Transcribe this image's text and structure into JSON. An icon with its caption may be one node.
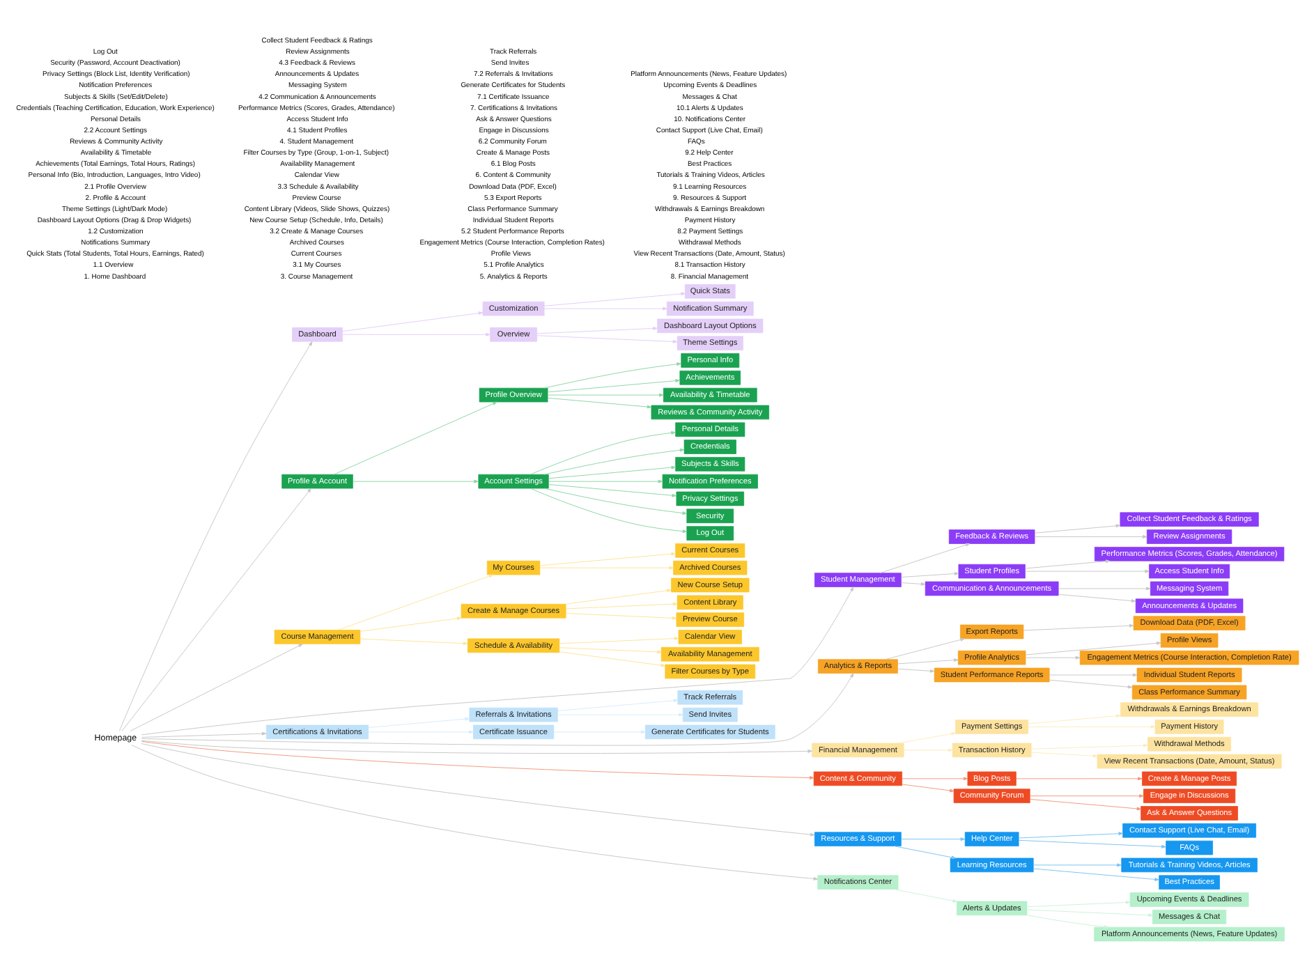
{
  "diagram": {
    "nodes": [
      {
        "text": [
          "Homepage"
        ]
      },
      {
        "text": [
          "Dashboard"
        ]
      },
      {
        "text": [
          "Customization"
        ]
      },
      {
        "text": [
          "Quick Stats"
        ]
      },
      {
        "text": [
          "Notification Summary"
        ]
      },
      {
        "text": [
          "Overview"
        ]
      },
      {
        "text": [
          "Dashboard Layout Options"
        ]
      },
      {
        "text": [
          "Theme Settings"
        ]
      },
      {
        "text": [
          "Profile & Account"
        ]
      },
      {
        "text": [
          "Profile Overview"
        ]
      },
      {
        "text": [
          "Personal Info"
        ]
      },
      {
        "text": [
          "Achievements"
        ]
      },
      {
        "text": [
          "Availability & Timetable"
        ]
      },
      {
        "text": [
          "Reviews & Community Activity"
        ]
      },
      {
        "text": [
          "Account Settings"
        ]
      },
      {
        "text": [
          "Personal Details"
        ]
      },
      {
        "text": [
          "Credentials"
        ]
      },
      {
        "text": [
          "Subjects & Skills"
        ]
      },
      {
        "text": [
          "Notification Preferences"
        ]
      },
      {
        "text": [
          "Privacy Settings"
        ]
      },
      {
        "text": [
          "Security"
        ]
      },
      {
        "text": [
          "Log Out"
        ]
      },
      {
        "text": [
          "Course Management"
        ]
      },
      {
        "text": [
          "My Courses"
        ]
      },
      {
        "text": [
          "Current Courses"
        ]
      },
      {
        "text": [
          "Archived Courses"
        ]
      },
      {
        "text": [
          "Create & Manage Courses"
        ]
      },
      {
        "text": [
          "New Course Setup"
        ]
      },
      {
        "text": [
          "Content Library"
        ]
      },
      {
        "text": [
          "Preview Course"
        ]
      },
      {
        "text": [
          "Schedule & Availability"
        ]
      },
      {
        "text": [
          "Calendar View"
        ]
      },
      {
        "text": [
          "Availability Management"
        ]
      },
      {
        "text": [
          "Filter Courses by Type"
        ]
      },
      {
        "text": [
          "Student Management"
        ]
      },
      {
        "text": [
          "Feedback & Reviews"
        ]
      },
      {
        "text": [
          "Collect Student Feedback & Ratings"
        ]
      },
      {
        "text": [
          "Review Assignments"
        ]
      },
      {
        "text": [
          "Student Profiles"
        ]
      },
      {
        "text": [
          "Performance Metrics (Scores, Grades, Attendance)"
        ]
      },
      {
        "text": [
          "Access Student Info"
        ]
      },
      {
        "text": [
          "Communication & Announcements"
        ]
      },
      {
        "text": [
          "Messaging System"
        ]
      },
      {
        "text": [
          "Announcements & Updates"
        ]
      },
      {
        "text": [
          "Certifications & Invitations"
        ]
      },
      {
        "text": [
          "Referrals & Invitations"
        ]
      },
      {
        "text": [
          "Track Referrals"
        ]
      },
      {
        "text": [
          "Send Invites"
        ]
      },
      {
        "text": [
          "Certificate Issuance"
        ]
      },
      {
        "text": [
          "Generate Certificates for Students"
        ]
      },
      {
        "text": [
          "Analytics & Reports"
        ]
      },
      {
        "text": [
          "Export Reports"
        ]
      },
      {
        "text": [
          "Download Data (PDF, Excel)"
        ]
      },
      {
        "text": [
          "Profile Analytics"
        ]
      },
      {
        "text": [
          "Profile Views"
        ]
      },
      {
        "text": [
          "Engagement Metrics (Course Interaction, Completion Rate)"
        ]
      },
      {
        "text": [
          "Student Performance Reports"
        ]
      },
      {
        "text": [
          "Individual Student Reports"
        ]
      },
      {
        "text": [
          "Class Performance Summary"
        ]
      },
      {
        "text": [
          "Financial Management"
        ]
      },
      {
        "text": [
          "Payment Settings"
        ]
      },
      {
        "text": [
          "Withdrawals & Earnings Breakdown"
        ]
      },
      {
        "text": [
          "Payment History"
        ]
      },
      {
        "text": [
          "Transaction History"
        ]
      },
      {
        "text": [
          "Withdrawal Methods"
        ]
      },
      {
        "text": [
          "View Recent Transactions (Date, Amount, Status)"
        ]
      },
      {
        "text": [
          "Content & Community"
        ]
      },
      {
        "text": [
          "Blog Posts"
        ]
      },
      {
        "text": [
          "Create & Manage Posts"
        ]
      },
      {
        "text": [
          "Community Forum"
        ]
      },
      {
        "text": [
          "Engage in Discussions"
        ]
      },
      {
        "text": [
          "Ask & Answer Questions"
        ]
      },
      {
        "text": [
          "Resources & Support"
        ]
      },
      {
        "text": [
          "Help Center"
        ]
      },
      {
        "text": [
          "Contact Support (Live Chat, Email)"
        ]
      },
      {
        "text": [
          "FAQs"
        ]
      },
      {
        "text": [
          "Learning Resources"
        ]
      },
      {
        "text": [
          "Tutorials & Training Videos, Articles"
        ]
      },
      {
        "text": [
          "Best Practices"
        ]
      },
      {
        "text": [
          "Notifications Center"
        ]
      },
      {
        "text": [
          "Alerts & Updates"
        ]
      },
      {
        "text": [
          "Upcoming Events & Deadlines"
        ]
      },
      {
        "text": [
          "Messages & Chat"
        ]
      },
      {
        "text": [
          "Platform Announcements (News, Feature Updates)"
        ]
      }
    ],
    "edges": [
      {
        "from": 0,
        "to": 1,
        "arrow": "to"
      },
      {
        "from": 1,
        "to": 2,
        "arrow": "to",
        "color": "#e3cff8"
      },
      {
        "from": 2,
        "to": 3,
        "arrow": "to",
        "color": "#e3cff8"
      },
      {
        "from": 2,
        "to": 4,
        "arrow": "to",
        "color": "#e3cff8"
      },
      {
        "from": 1,
        "to": 5,
        "arrow": "to",
        "color": "#e3cff8"
      },
      {
        "from": 5,
        "to": 6,
        "arrow": "to",
        "color": "#e3cff8"
      },
      {
        "from": 5,
        "to": 7,
        "arrow": "to",
        "color": "#e3cff8"
      },
      {
        "from": 0,
        "to": 8,
        "arrow": "to"
      },
      {
        "from": 8,
        "to": 9,
        "arrow": "to",
        "color": "#8fd6a8"
      },
      {
        "from": 9,
        "to": 10,
        "arrow": "to",
        "color": "#8fd6a8"
      },
      {
        "from": 9,
        "to": 11,
        "arrow": "to",
        "color": "#8fd6a8"
      },
      {
        "from": 9,
        "to": 12,
        "arrow": "to",
        "color": "#8fd6a8"
      },
      {
        "from": 9,
        "to": 13,
        "arrow": "to",
        "color": "#8fd6a8"
      },
      {
        "from": 8,
        "to": 14,
        "arrow": "to",
        "color": "#8fd6a8"
      },
      {
        "from": 14,
        "to": 15,
        "arrow": "to",
        "color": "#8fd6a8"
      },
      {
        "from": 14,
        "to": 16,
        "arrow": "to",
        "color": "#8fd6a8"
      },
      {
        "from": 14,
        "to": 17,
        "arrow": "to",
        "color": "#8fd6a8"
      },
      {
        "from": 14,
        "to": 18,
        "arrow": "to",
        "color": "#8fd6a8"
      },
      {
        "from": 14,
        "to": 19,
        "arrow": "to",
        "color": "#8fd6a8"
      },
      {
        "from": 14,
        "to": 20,
        "arrow": "to",
        "color": "#8fd6a8"
      },
      {
        "from": 14,
        "to": 21,
        "arrow": "to",
        "color": "#8fd6a8"
      },
      {
        "from": 0,
        "to": 22,
        "arrow": "to"
      },
      {
        "from": 22,
        "to": 23,
        "arrow": "to",
        "color": "#fde49a"
      },
      {
        "from": 23,
        "to": 24,
        "arrow": "to",
        "color": "#fde49a"
      },
      {
        "from": 23,
        "to": 25,
        "arrow": "to",
        "color": "#fde49a"
      },
      {
        "from": 22,
        "to": 26,
        "arrow": "to",
        "color": "#fde49a"
      },
      {
        "from": 26,
        "to": 27,
        "arrow": "to",
        "color": "#fde49a"
      },
      {
        "from": 26,
        "to": 28,
        "arrow": "to",
        "color": "#fde49a"
      },
      {
        "from": 26,
        "to": 29,
        "arrow": "to",
        "color": "#fde49a"
      },
      {
        "from": 22,
        "to": 30,
        "arrow": "to",
        "color": "#fde49a"
      },
      {
        "from": 30,
        "to": 31,
        "arrow": "to",
        "color": "#fde49a"
      },
      {
        "from": 30,
        "to": 32,
        "arrow": "to",
        "color": "#fde49a"
      },
      {
        "from": 30,
        "to": 33,
        "arrow": "to",
        "color": "#fde49a"
      },
      {
        "from": 0,
        "to": 34,
        "arrow": "to"
      },
      {
        "from": 34,
        "to": 35,
        "arrow": "to"
      },
      {
        "from": 35,
        "to": 36,
        "arrow": "to"
      },
      {
        "from": 35,
        "to": 37,
        "arrow": "to"
      },
      {
        "from": 34,
        "to": 38,
        "arrow": "to"
      },
      {
        "from": 38,
        "to": 39,
        "arrow": "to"
      },
      {
        "from": 38,
        "to": 40,
        "arrow": "to"
      },
      {
        "from": 34,
        "to": 41,
        "arrow": "to"
      },
      {
        "from": 41,
        "to": 42,
        "arrow": "to"
      },
      {
        "from": 41,
        "to": 43,
        "arrow": "to"
      },
      {
        "from": 0,
        "to": 44,
        "arrow": "to"
      },
      {
        "from": 44,
        "to": 45,
        "arrow": "to",
        "color": "#d6ecfb"
      },
      {
        "from": 45,
        "to": 46,
        "arrow": "to",
        "color": "#d6ecfb"
      },
      {
        "from": 45,
        "to": 47,
        "arrow": "to",
        "color": "#d6ecfb"
      },
      {
        "from": 44,
        "to": 48,
        "arrow": "to",
        "color": "#d6ecfb"
      },
      {
        "from": 48,
        "to": 49,
        "arrow": "to",
        "color": "#d6ecfb"
      },
      {
        "from": 0,
        "to": 50,
        "arrow": "to"
      },
      {
        "from": 50,
        "to": 51,
        "arrow": "to"
      },
      {
        "from": 51,
        "to": 52,
        "arrow": "to"
      },
      {
        "from": 50,
        "to": 53,
        "arrow": "to"
      },
      {
        "from": 53,
        "to": 54,
        "arrow": "to"
      },
      {
        "from": 53,
        "to": 55,
        "arrow": "to"
      },
      {
        "from": 50,
        "to": 56,
        "arrow": "to"
      },
      {
        "from": 56,
        "to": 57,
        "arrow": "to"
      },
      {
        "from": 56,
        "to": 58,
        "arrow": "to"
      },
      {
        "from": 0,
        "to": 59,
        "arrow": "to"
      },
      {
        "from": 59,
        "to": 60,
        "arrow": "to",
        "color": "#fdecc0"
      },
      {
        "from": 60,
        "to": 61,
        "arrow": "to",
        "color": "#fdecc0"
      },
      {
        "from": 60,
        "to": 62,
        "arrow": "to",
        "color": "#fdecc0"
      },
      {
        "from": 59,
        "to": 63,
        "arrow": "to",
        "color": "#fdecc0"
      },
      {
        "from": 63,
        "to": 64,
        "arrow": "to",
        "color": "#fdecc0"
      },
      {
        "from": 63,
        "to": 65,
        "arrow": "to",
        "color": "#fdecc0"
      },
      {
        "from": 0,
        "to": 66,
        "arrow": "to",
        "color": "#f29a80"
      },
      {
        "from": 66,
        "to": 67,
        "arrow": "to",
        "color": "#f29a80"
      },
      {
        "from": 67,
        "to": 68,
        "arrow": "to",
        "color": "#f29a80"
      },
      {
        "from": 66,
        "to": 69,
        "arrow": "to",
        "color": "#f29a80"
      },
      {
        "from": 69,
        "to": 70,
        "arrow": "to",
        "color": "#f29a80"
      },
      {
        "from": 69,
        "to": 71,
        "arrow": "to",
        "color": "#f29a80"
      },
      {
        "from": 0,
        "to": 72,
        "arrow": "to"
      },
      {
        "from": 72,
        "to": 73,
        "arrow": "to",
        "color": "#7cc4f5"
      },
      {
        "from": 73,
        "to": 74,
        "arrow": "to",
        "color": "#7cc4f5"
      },
      {
        "from": 73,
        "to": 75,
        "arrow": "to",
        "color": "#7cc4f5"
      },
      {
        "from": 72,
        "to": 76,
        "arrow": "to",
        "color": "#7cc4f5"
      },
      {
        "from": 76,
        "to": 77,
        "arrow": "to",
        "color": "#7cc4f5"
      },
      {
        "from": 76,
        "to": 78,
        "arrow": "to",
        "color": "#7cc4f5"
      },
      {
        "from": 0,
        "to": 79,
        "arrow": "to"
      },
      {
        "from": 79,
        "to": 80,
        "arrow": "to",
        "color": "#cdf3da"
      },
      {
        "from": 80,
        "to": 81,
        "arrow": "to",
        "color": "#cdf3da"
      },
      {
        "from": 80,
        "to": 82,
        "arrow": "to",
        "color": "#cdf3da"
      },
      {
        "from": 80,
        "to": 83,
        "arrow": "to",
        "color": "#cdf3da"
      }
    ],
    "labels": [
      "1. Home Dashboard",
      "1.1 Overview",
      "Quick Stats (Total Students, Total Hours, Earnings, Rated)",
      "Notifications Summary",
      "1.2 Customization",
      "Dashboard Layout Options (Drag & Drop Widgets)",
      "Theme Settings (Light/Dark Mode)",
      "2. Profile & Account",
      "2.1 Profile Overview",
      "Personal Info (Bio, Introduction, Languages, Intro Video)",
      "Achievements (Total Earnings, Total Hours, Ratings)",
      "Availability & Timetable",
      "Reviews & Community Activity",
      "2.2 Account Settings",
      "Personal Details",
      "Credentials (Teaching Certification, Education, Work Experience)",
      "Subjects & Skills (Set/Edit/Delete)",
      "Notification Preferences",
      "Privacy Settings (Block List, Identity Verification)",
      "Security (Password, Account Deactivation)",
      "Log Out",
      "3. Course Management",
      "3.1 My Courses",
      "Current Courses",
      "Archived Courses",
      "3.2 Create & Manage Courses",
      "New Course Setup (Schedule, Info, Details)",
      "Content Library (Videos, Slide Shows, Quizzes)",
      "Preview Course",
      "3.3 Schedule & Availability",
      "Calendar View",
      "Availability Management",
      "Filter Courses by Type (Group, 1-on-1, Subject)",
      "4. Student Management",
      "4.1 Student Profiles",
      "Access Student Info",
      "Performance Metrics (Scores, Grades, Attendance)",
      "4.2 Communication & Announcements",
      "Messaging System",
      "Announcements & Updates",
      "4.3 Feedback & Reviews",
      "Review Assignments",
      "Collect Student Feedback & Ratings",
      "5. Analytics & Reports",
      "5.1 Profile Analytics",
      "Profile Views",
      "Engagement Metrics (Course Interaction, Completion Rates)",
      "5.2 Student Performance Reports",
      "Individual Student Reports",
      "Class Performance Summary",
      "5.3 Export Reports",
      "Download Data (PDF, Excel)",
      "6. Content & Community",
      "6.1 Blog Posts",
      "Create & Manage Posts",
      "6.2 Community Forum",
      "Engage in Discussions",
      "Ask & Answer Questions",
      "7. Certifications & Invitations",
      "7.1 Certificate Issuance",
      "Generate Certificates for Students",
      "7.2 Referrals & Invitations",
      "Send Invites",
      "Track Referrals",
      "8. Financial Management",
      "8.1 Transaction History",
      "View Recent Transactions (Date, Amount, Status)",
      "Withdrawal Methods",
      "8.2 Payment Settings",
      "Payment History",
      "Withdrawals & Earnings Breakdown",
      "9. Resources & Support",
      "9.1 Learning Resources",
      "Tutorials & Training Videos, Articles",
      "Best Practices",
      "9.2 Help Center",
      "FAQs",
      "Contact Support (Live Chat, Email)",
      "10. Notifications Center",
      "10.1 Alerts & Updates",
      "Messages & Chat",
      "Upcoming Events & Deadlines",
      "Platform Announcements (News, Feature Updates)"
    ]
  }
}
